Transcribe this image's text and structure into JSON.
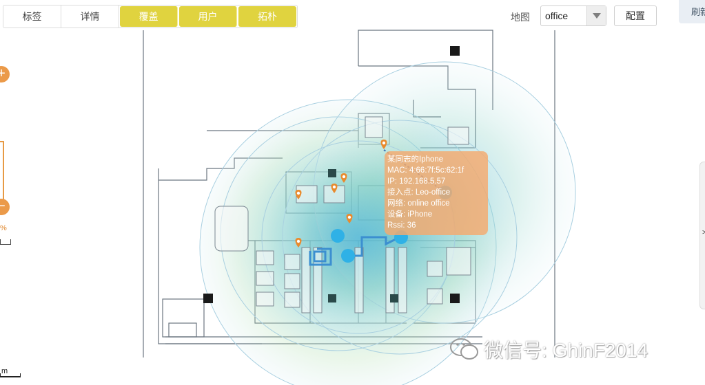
{
  "tabs": [
    {
      "label": "标签",
      "active": false
    },
    {
      "label": "详情",
      "active": false
    },
    {
      "label": "覆盖",
      "active": true
    },
    {
      "label": "用户",
      "active": true
    },
    {
      "label": "拓朴",
      "active": true
    }
  ],
  "toolbar": {
    "map_label": "地图",
    "map_select_value": "office",
    "config_label": "配置",
    "refresh_label": "刷新"
  },
  "zoom": {
    "plus": "+",
    "minus": "−",
    "percent_label": "%"
  },
  "scale": {
    "unit": "m"
  },
  "right_handle": {
    "label": ">"
  },
  "tooltip": {
    "name": "某同志的Iphone",
    "mac": "MAC: 4:66:7f:5c:62:1f",
    "ip": "IP: 192.168.5.57",
    "ap": "接入点: Leo-office",
    "network": "网络: online office",
    "device": "设备: iPhone",
    "rssi": "Rssi: 36"
  },
  "watermark": {
    "text": "微信号: GhinF2014"
  },
  "colors": {
    "tab_active": "#e0d33f",
    "zoom_accent": "#eb9a49",
    "ap_dot": "#2fb1e6",
    "pin": "#e98a2d",
    "tooltip_bg": "#f5aa6e"
  }
}
